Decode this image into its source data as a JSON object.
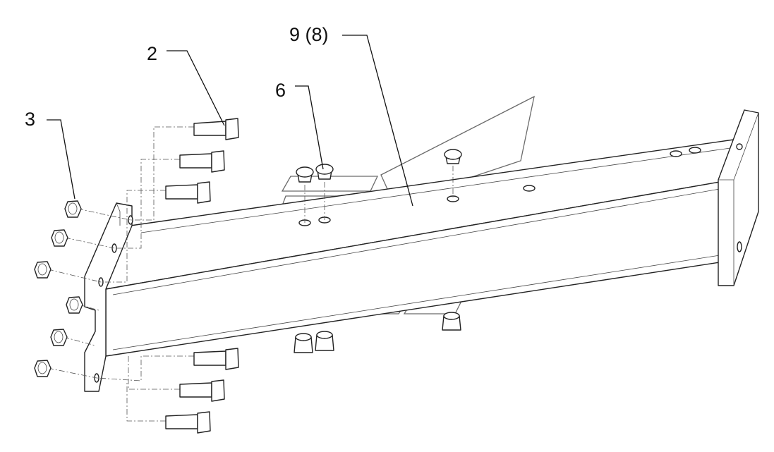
{
  "diagram": {
    "callouts": [
      {
        "id": "bolt",
        "label": "2"
      },
      {
        "id": "nut",
        "label": "3"
      },
      {
        "id": "cap",
        "label": "6"
      },
      {
        "id": "beam",
        "label": "9 (8)"
      }
    ]
  }
}
